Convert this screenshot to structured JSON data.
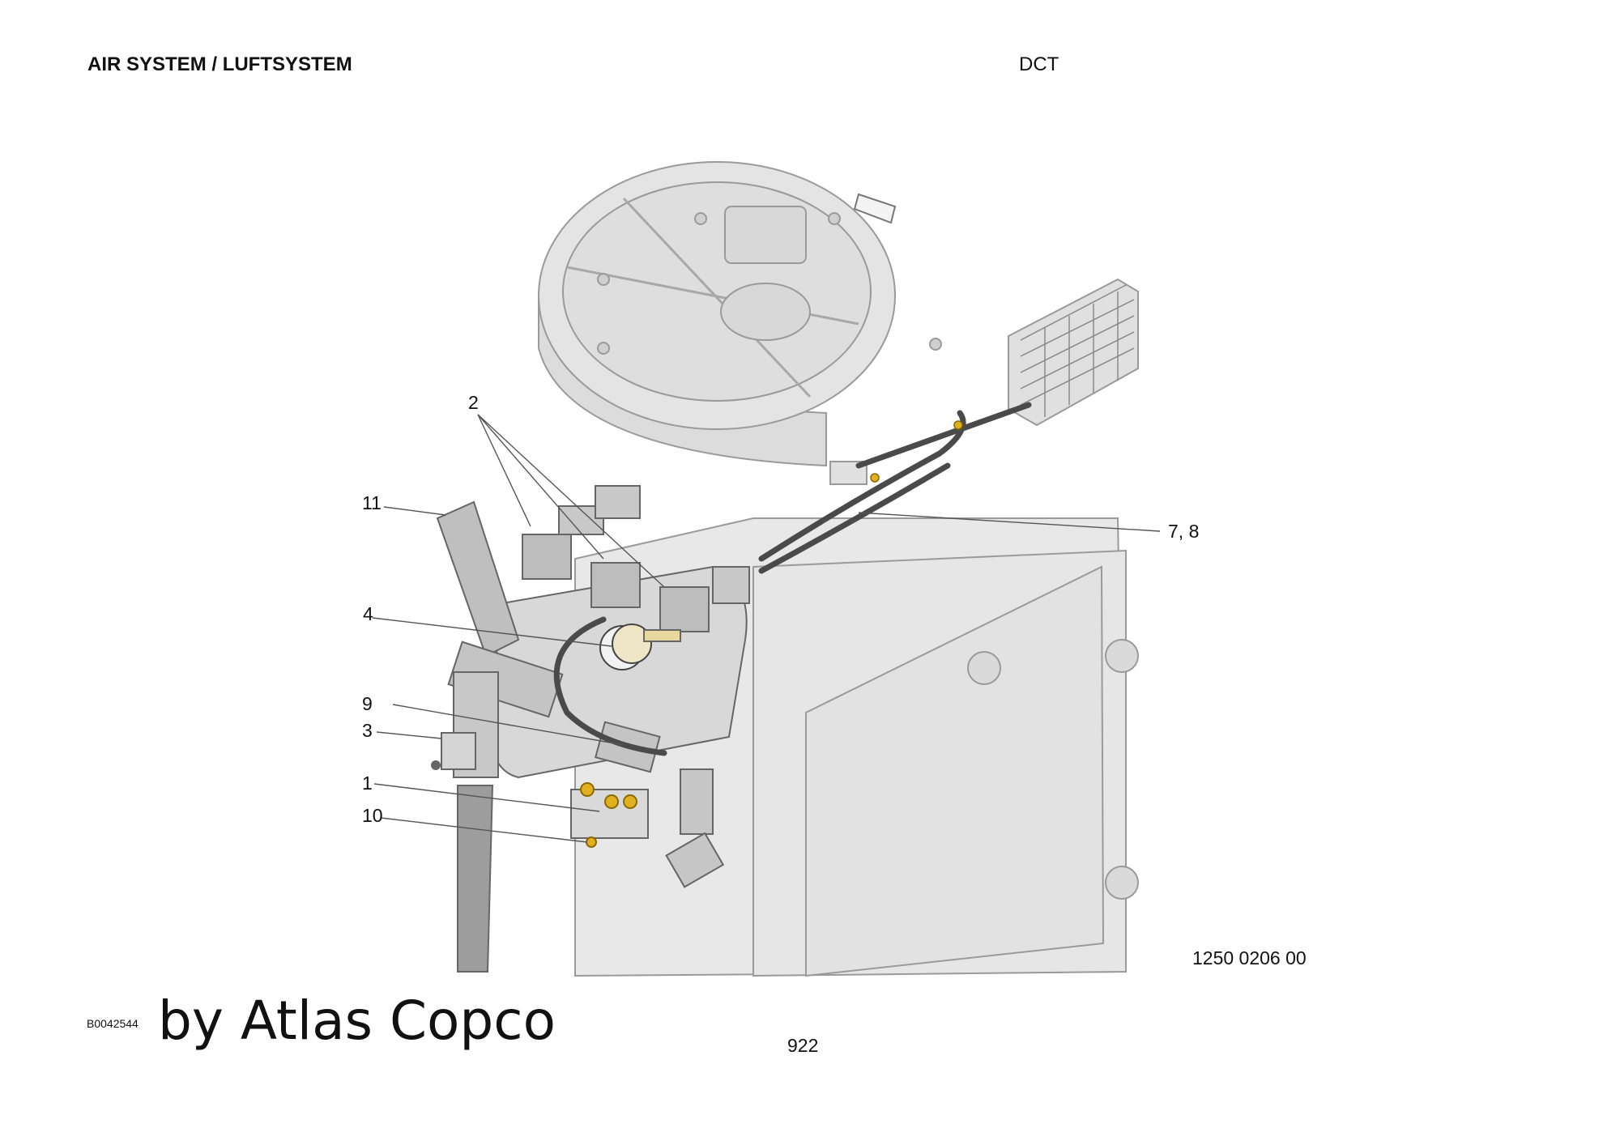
{
  "header": {
    "title": "AIR SYSTEM / LUFTSYSTEM",
    "model": "DCT"
  },
  "callouts": {
    "c2": "2",
    "c11": "11",
    "c4": "4",
    "c9": "9",
    "c3": "3",
    "c1": "1",
    "c10": "10",
    "c78": "7, 8"
  },
  "footer": {
    "drawing_number": "1250 0206 00",
    "reference_code": "B0042544",
    "brand": "by Atlas Copco",
    "page_number": "922"
  },
  "colors": {
    "housing_fill": "#e8e8e8",
    "housing_stroke": "#9a9a9a",
    "highlight_fill": "#d6d6d6",
    "hose_dark": "#4a4a4a",
    "accent_yellow": "#e0b020",
    "leader_line": "#555555"
  }
}
